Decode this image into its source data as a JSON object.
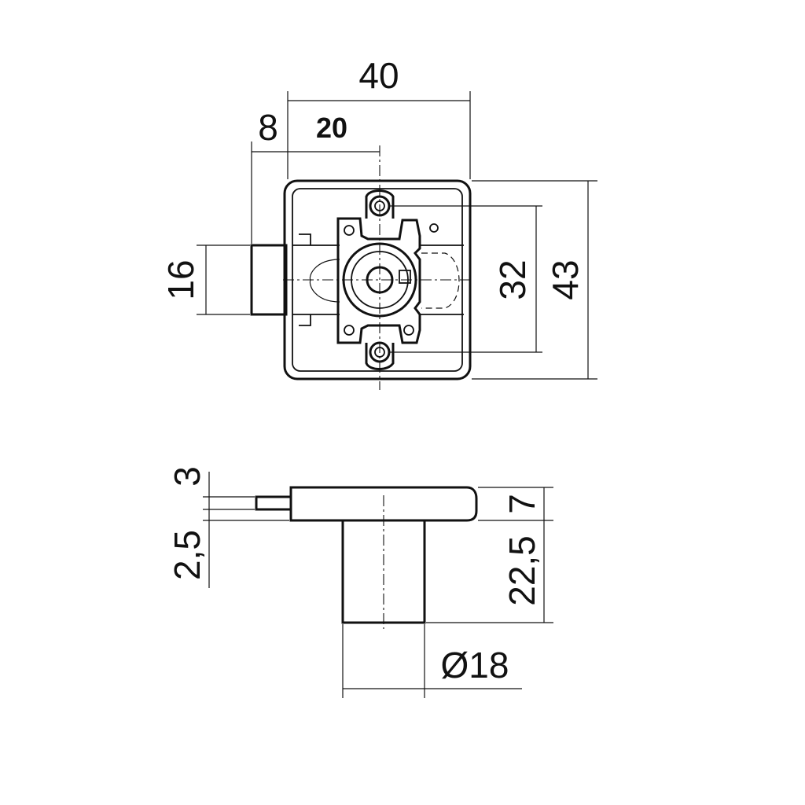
{
  "front_view": {
    "dim_overall_width": "40",
    "dim_bolt_offset": "8",
    "dim_center_offset": "20",
    "dim_bolt_height": "16",
    "dim_screw_spacing": "32",
    "dim_overall_height": "43"
  },
  "side_view": {
    "dim_bolt_thickness": "3",
    "dim_bolt_gap": "2,5",
    "dim_flange_thickness": "7",
    "dim_cylinder_length": "22,5",
    "dim_cylinder_diameter": "Ø18"
  }
}
